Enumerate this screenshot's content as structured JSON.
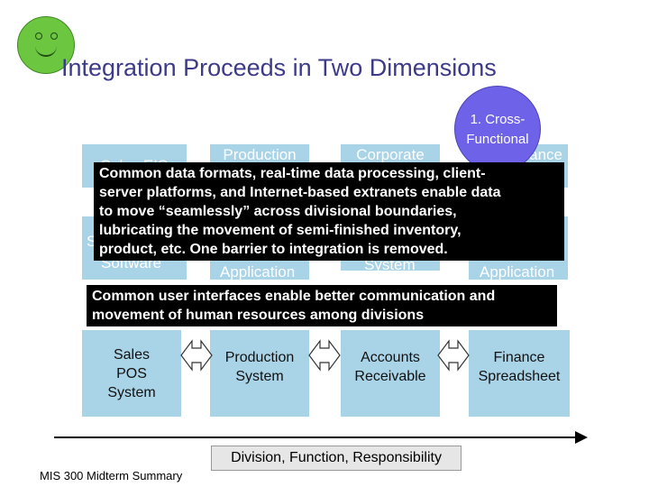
{
  "title": "Integration Proceeds in Two Dimensions",
  "badge": {
    "line1": "1. Cross-",
    "line2": "Functional"
  },
  "upper_boxes": [
    {
      "label": "Sales EIS"
    },
    {
      "label": "Production"
    },
    {
      "label": "Corporate"
    },
    {
      "label": "Finance"
    }
  ],
  "middle_fragments": {
    "left": "S",
    "left_bottom": "Software",
    "prod_bottom": "Application",
    "corp_bottom": "System",
    "fin_right": "t",
    "fin_bottom": "Application"
  },
  "overlay1": {
    "lines": [
      "Common data formats, real-time data processing, client-",
      "server platforms, and Internet-based extranets enable data",
      "to move “seamlessly” across divisional boundaries,",
      "lubricating the movement of semi-finished inventory,",
      "product, etc.  One barrier to integration is removed."
    ]
  },
  "overlay2": {
    "lines": [
      "Common user interfaces enable better communication and",
      "movement of human resources among divisions"
    ]
  },
  "bottom_boxes": [
    {
      "line1": "Sales",
      "line2": "POS",
      "line3": "System"
    },
    {
      "line1": "Production",
      "line2": "System",
      "line3": ""
    },
    {
      "line1": "Accounts",
      "line2": "Receivable",
      "line3": ""
    },
    {
      "line1": "Finance",
      "line2": "Spreadsheet",
      "line3": ""
    }
  ],
  "axis_label": "Division, Function, Responsibility",
  "footer": "MIS 300 Midterm Summary",
  "colors": {
    "box": "#a9d3e6",
    "title": "#3d3a8a",
    "badge": "#6e62e8",
    "smiley": "#6cc63f"
  },
  "icons": [
    "smiley-icon",
    "double-arrow-icon"
  ]
}
